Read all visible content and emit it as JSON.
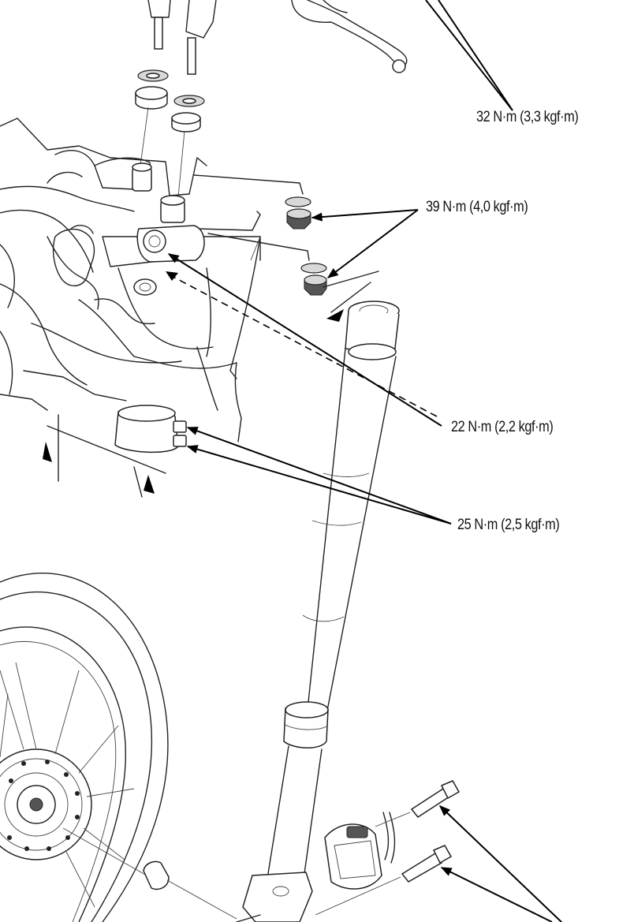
{
  "torque_labels": {
    "handlebar_bolt": "32 N·m (3,3 kgf·m)",
    "top_bridge_nut": "39 N·m (4,0 kgf·m)",
    "pinch_bolt_upper": "22 N·m (2,2 kgf·m)",
    "pinch_bolt_lower": "25 N·m (2,5 kgf·m)"
  }
}
